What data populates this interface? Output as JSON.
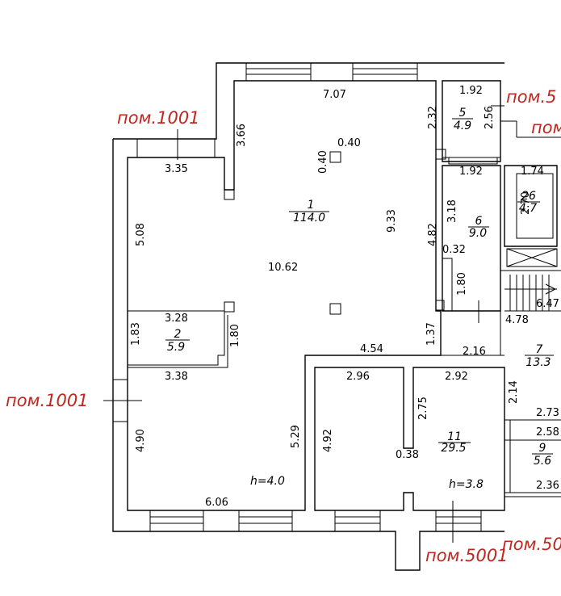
{
  "external_labels": {
    "pom_1001_top": "пом.1001",
    "pom_1001_left": "пом.1001",
    "pom_5_top": "пом.5",
    "pom_right_mid": "пом",
    "pom_50_right": "пом.50",
    "pom_5001_bottom": "пом.5001"
  },
  "rooms": {
    "r1": {
      "num": "1",
      "area": "114.0"
    },
    "r2": {
      "num": "2",
      "area": "5.9"
    },
    "r5": {
      "num": "5",
      "area": "4.9"
    },
    "r6": {
      "num": "6",
      "area": "9.0"
    },
    "r7": {
      "num": "7",
      "area": "13.3"
    },
    "r9": {
      "num": "9",
      "area": "5.6"
    },
    "r11": {
      "num": "11",
      "area": "29.5"
    },
    "r26": {
      "num": "26",
      "area": "4.7"
    }
  },
  "heights": {
    "main": "h=4.0",
    "room11": "h=3.8"
  },
  "dimensions": {
    "d707": "7.07",
    "d366": "3.66",
    "d335": "3.35",
    "d040a": "0.40",
    "d040b": "0.40",
    "d508": "5.08",
    "d1062": "10.62",
    "d933": "9.33",
    "d482": "4.82",
    "d232": "2.32",
    "d192a": "1.92",
    "d256": "2.56",
    "d192b": "1.92",
    "d318": "3.18",
    "d032": "0.32",
    "d180a": "1.80",
    "d174": "1.74",
    "d270": "2.70",
    "d647": "6.47",
    "d478": "4.78",
    "d328": "3.28",
    "d183": "1.83",
    "d180b": "1.80",
    "d137": "1.37",
    "d454": "4.54",
    "d216": "2.16",
    "d338": "3.38",
    "d296": "2.96",
    "d292": "2.92",
    "d275": "2.75",
    "d214": "2.14",
    "d273": "2.73",
    "d258": "2.58",
    "d490": "4.90",
    "d529": "5.29",
    "d492": "4.92",
    "d038": "0.38",
    "d606": "6.06",
    "d236": "2.36"
  }
}
